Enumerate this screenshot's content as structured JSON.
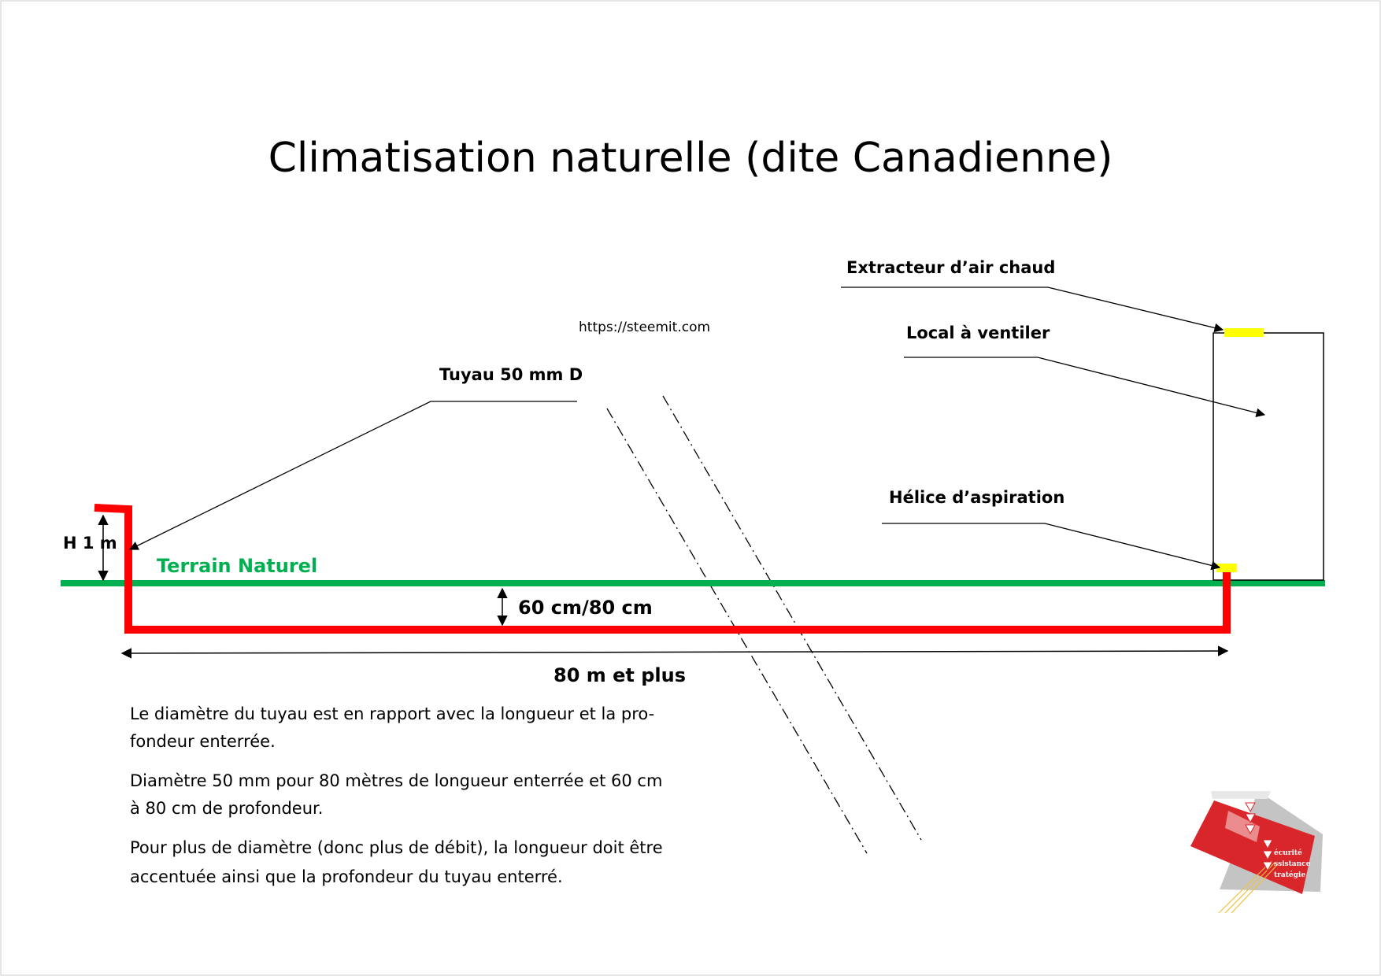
{
  "title": "Climatisation naturelle (dite Canadienne)",
  "source": "https://steemit.com",
  "labels": {
    "extractor": "Extracteur d’air chaud",
    "room": "Local à ventiler",
    "pipe": "Tuyau 50 mm D",
    "fan": "Hélice d’aspiration",
    "ground": "Terrain Naturel",
    "height": "H 1 m",
    "depth": "60 cm/80 cm",
    "length": "80 m et plus"
  },
  "paragraph": [
    "Le diamètre du tuyau est en rapport avec la longueur et la pro-",
    "fondeur enterrée.",
    "Diamètre 50 mm pour 80 mètres de longueur enterrée et 60 cm",
    "à 80 cm de profondeur.",
    "Pour plus de diamètre (donc plus de débit), la longueur doit être",
    "accentuée ainsi que la profondeur du tuyau enterré."
  ],
  "logo": {
    "line1": "écurité",
    "line2": "ssistance",
    "line3": "tratégie"
  },
  "colors": {
    "ground": "#00b050",
    "pipe": "#ff0000",
    "extractor": "#ffff00",
    "text": "#000000",
    "logo": "#d9262a"
  }
}
